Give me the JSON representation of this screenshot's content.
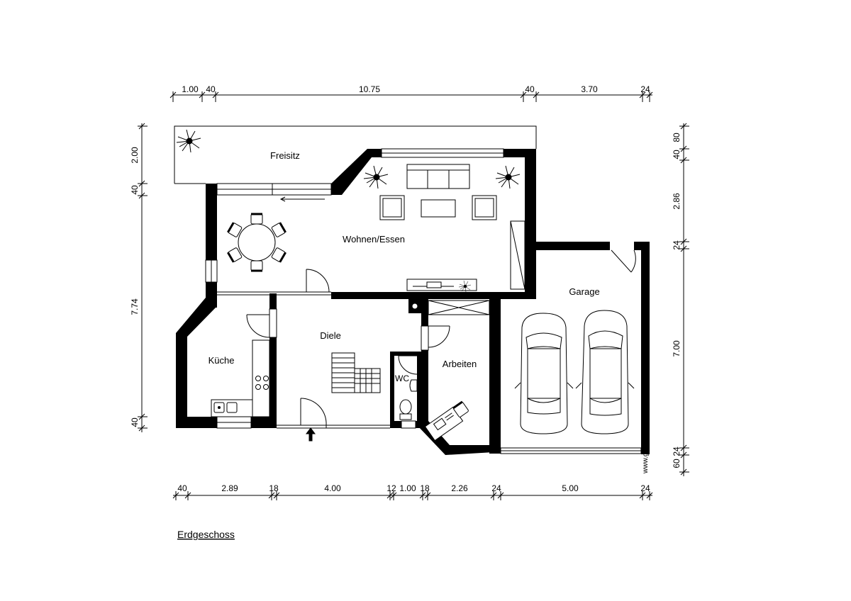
{
  "title": "Erdgeschoss",
  "watermark": "www.grundriss.com",
  "rooms": {
    "freisitz": "Freisitz",
    "wohnen": "Wohnen/Essen",
    "garage": "Garage",
    "diele": "Diele",
    "kueche": "Küche",
    "arbeiten": "Arbeiten",
    "wc": "WC"
  },
  "dimensions": {
    "top": [
      "1.00",
      "40",
      "10.75",
      "40",
      "3.70",
      "24"
    ],
    "bottom": [
      "40",
      "2.89",
      "18",
      "4.00",
      "12",
      "1.00",
      "18",
      "2.26",
      "24",
      "5.00",
      "24"
    ],
    "left": [
      "2.00",
      "40",
      "7.74",
      "40"
    ],
    "right": [
      "80",
      "40",
      "2.86",
      "24",
      "7.00",
      "24",
      "60"
    ]
  },
  "colors": {
    "wall": "#000000",
    "line": "#000000",
    "background": "#ffffff"
  }
}
